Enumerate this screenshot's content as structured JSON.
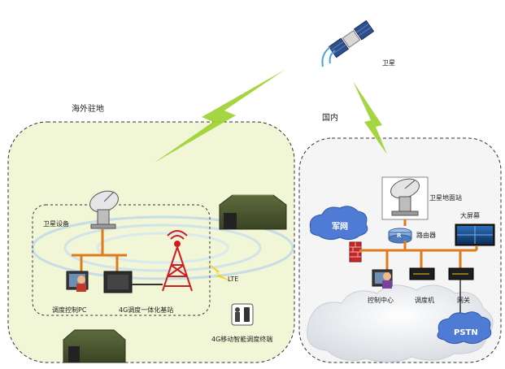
{
  "regions": {
    "overseas": "海外驻地",
    "domestic": "国内"
  },
  "nodes": {
    "satellite": "卫星",
    "satellite_equipment": "卫星设备",
    "dispatch_pc": "调度控制PC",
    "lte_base_station": "4G调度一体化基站",
    "lte_link": "LTE",
    "mobile_terminal": "4G移动智能调度终端",
    "ground_station": "卫星地面站",
    "military_net": "军网",
    "router": "路由器",
    "router_mark": "R",
    "big_screen": "大屏幕",
    "control_center": "控制中心",
    "dispatcher": "调度机",
    "gateway": "网关",
    "pstn": "PSTN"
  },
  "colors": {
    "overseas_fill": "#f1f6d6",
    "domestic_fill": "#f5f5f5",
    "link_lightning": "#9bd12c",
    "bus_line": "#e07b1c",
    "base_station": "#cc1f1f",
    "cloud_blue": "#4f7bd4",
    "firewall": "#c62828"
  }
}
